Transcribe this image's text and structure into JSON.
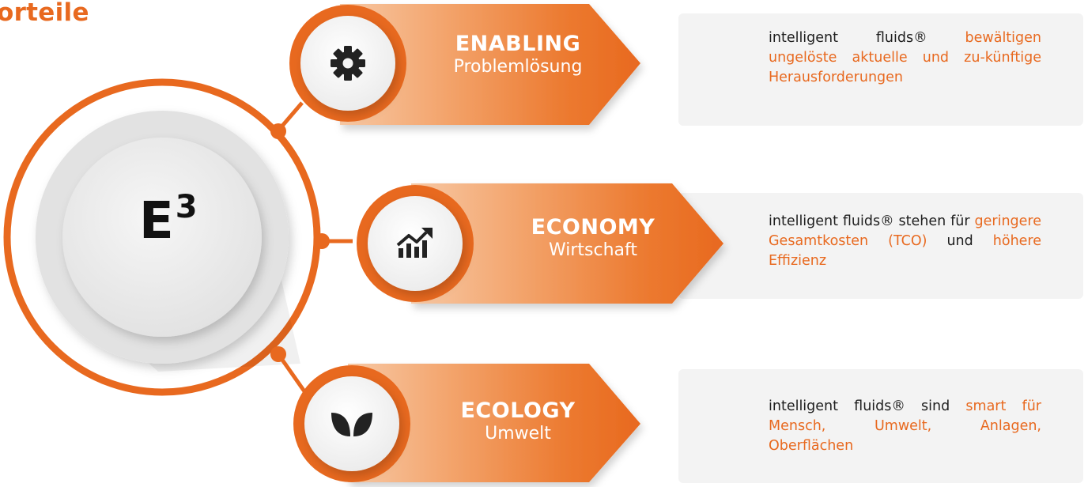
{
  "title": "orteile",
  "hub": {
    "label": "E",
    "superscript": "3"
  },
  "colors": {
    "accent": "#e8691f",
    "hub_fill": "#ececec",
    "card_bg": "#f3f3f3",
    "text": "#1e1e1e"
  },
  "items": [
    {
      "icon": "gear-icon",
      "title": "ENABLING",
      "subtitle": "Problemlösung",
      "description": {
        "p1": "intelligent fluids® ",
        "h1": "bewältigen ungelöste aktuelle und zu-künftige Herausforderungen"
      }
    },
    {
      "icon": "growth-chart-icon",
      "title": "ECONOMY",
      "subtitle": "Wirtschaft",
      "description": {
        "p1": "intelligent fluids® stehen für ",
        "h1": "geringere Gesamtkosten (TCO)",
        "p2": " und ",
        "h2": "höhere Effizienz"
      }
    },
    {
      "icon": "leaves-icon",
      "title": "ECOLOGY",
      "subtitle": "Umwelt",
      "description": {
        "p1": "intelligent fluids® sind ",
        "h1": "smart für Mensch, Umwelt, Anlagen, Oberflächen"
      }
    }
  ]
}
